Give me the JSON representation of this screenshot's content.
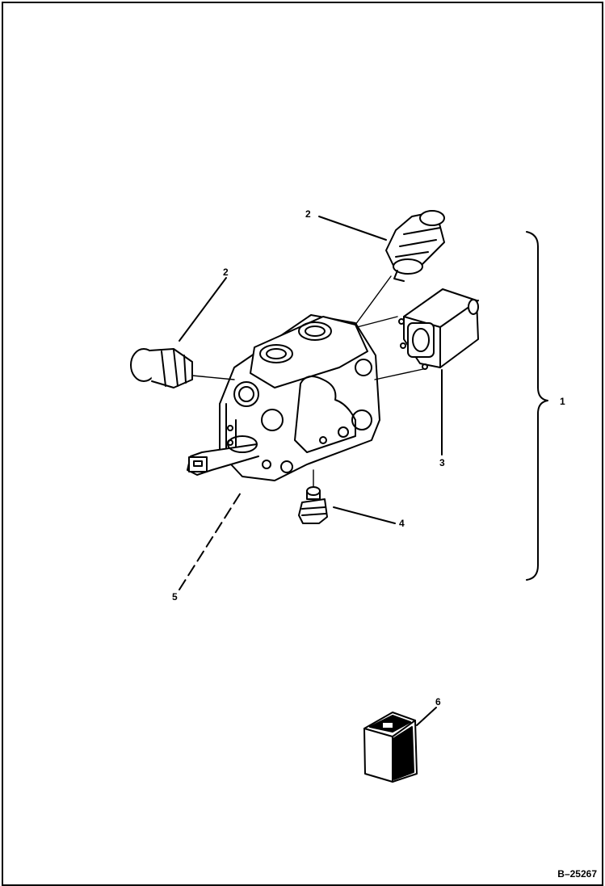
{
  "callouts": {
    "c1": "1",
    "c2a": "2",
    "c2b": "2",
    "c3": "3",
    "c4": "4",
    "c5": "5",
    "c6": "6"
  },
  "reference_number": "B–25267"
}
